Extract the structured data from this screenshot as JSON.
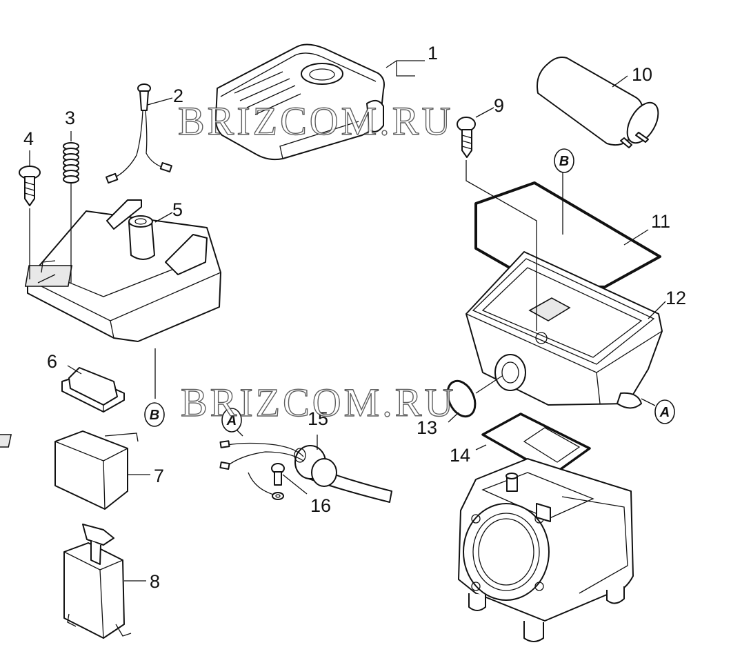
{
  "watermark": "BRIZCOM.RU",
  "callouts": [
    "1",
    "2",
    "3",
    "4",
    "5",
    "6",
    "7",
    "8",
    "9",
    "10",
    "11",
    "12",
    "13",
    "14",
    "15",
    "16"
  ],
  "circle_letters": {
    "a": "A",
    "b": "B"
  }
}
